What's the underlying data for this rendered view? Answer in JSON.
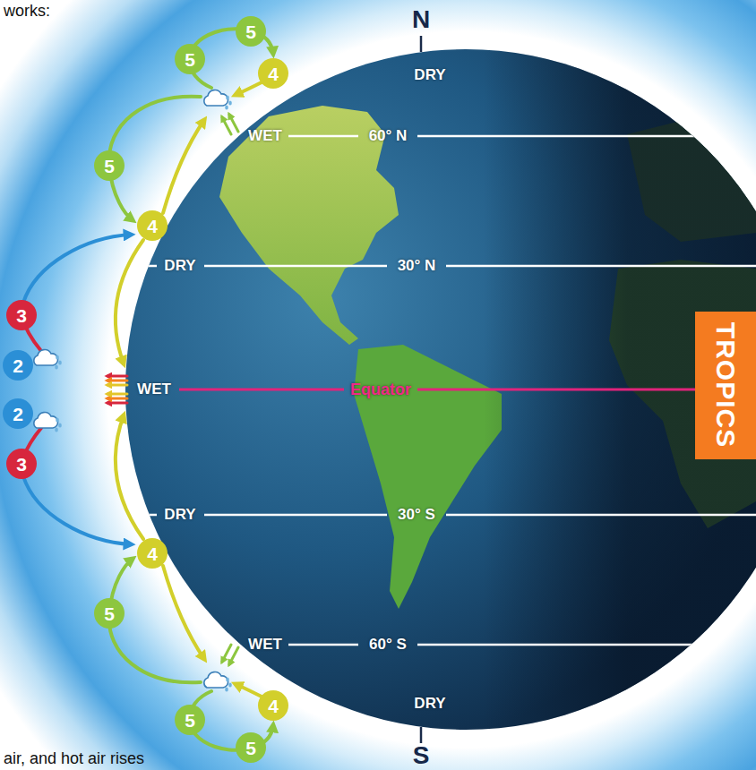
{
  "diagram": {
    "nodes": [
      {
        "text": [
          "5"
        ]
      },
      {
        "text": [
          "5"
        ]
      },
      {
        "text": [
          "4"
        ]
      },
      {
        "text": [
          "5"
        ]
      },
      {
        "text": [
          "4"
        ]
      },
      {
        "text": [
          "3"
        ]
      },
      {
        "text": [
          "2"
        ]
      },
      {
        "text": [
          "TROPICS"
        ]
      },
      {
        "text": [
          "2"
        ]
      },
      {
        "text": [
          "3"
        ]
      },
      {
        "text": [
          "4"
        ]
      },
      {
        "text": [
          "5"
        ]
      },
      {
        "text": [
          "4"
        ]
      },
      {
        "text": [
          "5"
        ]
      },
      {
        "text": [
          "5"
        ]
      }
    ],
    "labels": [
      "works:",
      "N",
      "DRY",
      "WET",
      "60° N",
      "DRY",
      "30° N",
      "WET",
      "Equator",
      "DRY",
      "30° S",
      "WET",
      "60° S",
      "DRY",
      "S",
      "air, and hot air rises"
    ]
  }
}
